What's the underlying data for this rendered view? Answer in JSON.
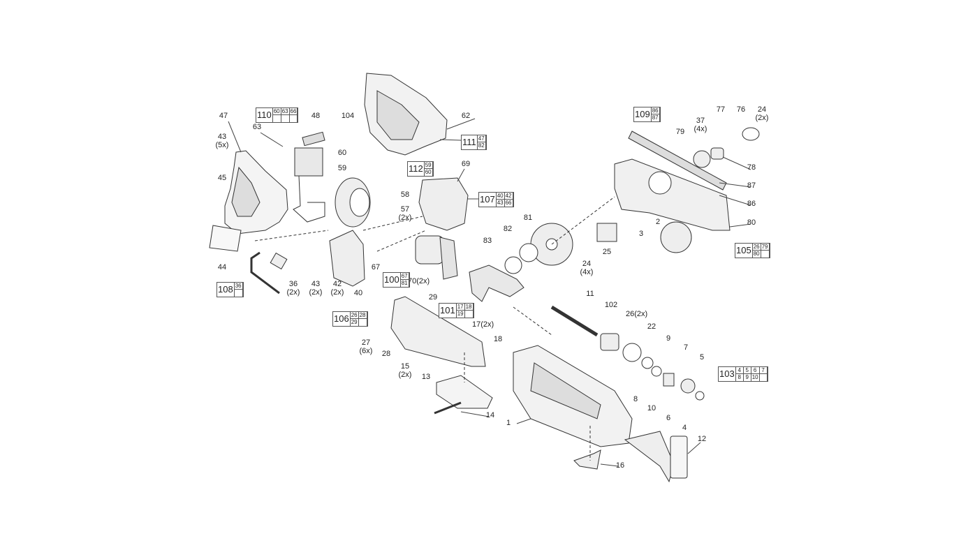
{
  "diagram": {
    "type": "exploded-parts-diagram",
    "callouts": [
      {
        "text": "47"
      },
      {
        "text": "43\n(5x)"
      },
      {
        "text": "45"
      },
      {
        "text": "44"
      },
      {
        "text": "63"
      },
      {
        "text": "48"
      },
      {
        "text": "104"
      },
      {
        "text": "62"
      },
      {
        "text": "60"
      },
      {
        "text": "59"
      },
      {
        "text": "69"
      },
      {
        "text": "58"
      },
      {
        "text": "57\n(2x)"
      },
      {
        "text": "67"
      },
      {
        "text": "70(2x)"
      },
      {
        "text": "36\n(2x)"
      },
      {
        "text": "43\n(2x)"
      },
      {
        "text": "42\n(2x)"
      },
      {
        "text": "40"
      },
      {
        "text": "83"
      },
      {
        "text": "82"
      },
      {
        "text": "81"
      },
      {
        "text": "29"
      },
      {
        "text": "17(2x)"
      },
      {
        "text": "18"
      },
      {
        "text": "24\n(4x)"
      },
      {
        "text": "25"
      },
      {
        "text": "27\n(6x)"
      },
      {
        "text": "28"
      },
      {
        "text": "11"
      },
      {
        "text": "102"
      },
      {
        "text": "26(2x)"
      },
      {
        "text": "22"
      },
      {
        "text": "9"
      },
      {
        "text": "7"
      },
      {
        "text": "5"
      },
      {
        "text": "8"
      },
      {
        "text": "10"
      },
      {
        "text": "6"
      },
      {
        "text": "4"
      },
      {
        "text": "15\n(2x)"
      },
      {
        "text": "13"
      },
      {
        "text": "14"
      },
      {
        "text": "1"
      },
      {
        "text": "16"
      },
      {
        "text": "12"
      },
      {
        "text": "37\n(4x)"
      },
      {
        "text": "77"
      },
      {
        "text": "76"
      },
      {
        "text": "24\n(2x)"
      },
      {
        "text": "79"
      },
      {
        "text": "78"
      },
      {
        "text": "87"
      },
      {
        "text": "86"
      },
      {
        "text": "80"
      },
      {
        "text": "2"
      },
      {
        "text": "3"
      }
    ],
    "kit_boxes": [
      {
        "number": "110",
        "parts": [
          "60",
          "",
          "63",
          "",
          "66",
          ""
        ]
      },
      {
        "number": "111",
        "parts": [
          "47",
          "82"
        ]
      },
      {
        "number": "112",
        "parts": [
          "59",
          "60"
        ]
      },
      {
        "number": "107",
        "parts": [
          "40",
          "43",
          "42",
          "66"
        ]
      },
      {
        "number": "100",
        "parts": [
          "67",
          "81"
        ]
      },
      {
        "number": "108",
        "parts": [
          "36",
          ""
        ]
      },
      {
        "number": "101",
        "parts": [
          "17",
          "19",
          "18",
          ""
        ]
      },
      {
        "number": "106",
        "parts": [
          "26",
          "29",
          "28",
          ""
        ]
      },
      {
        "number": "103",
        "parts": [
          "4",
          "8",
          "5",
          "9",
          "6",
          "10",
          "7",
          ""
        ]
      },
      {
        "number": "109",
        "parts": [
          "86",
          "87"
        ]
      },
      {
        "number": "105",
        "parts": [
          "26",
          "80",
          "79",
          ""
        ]
      }
    ]
  }
}
